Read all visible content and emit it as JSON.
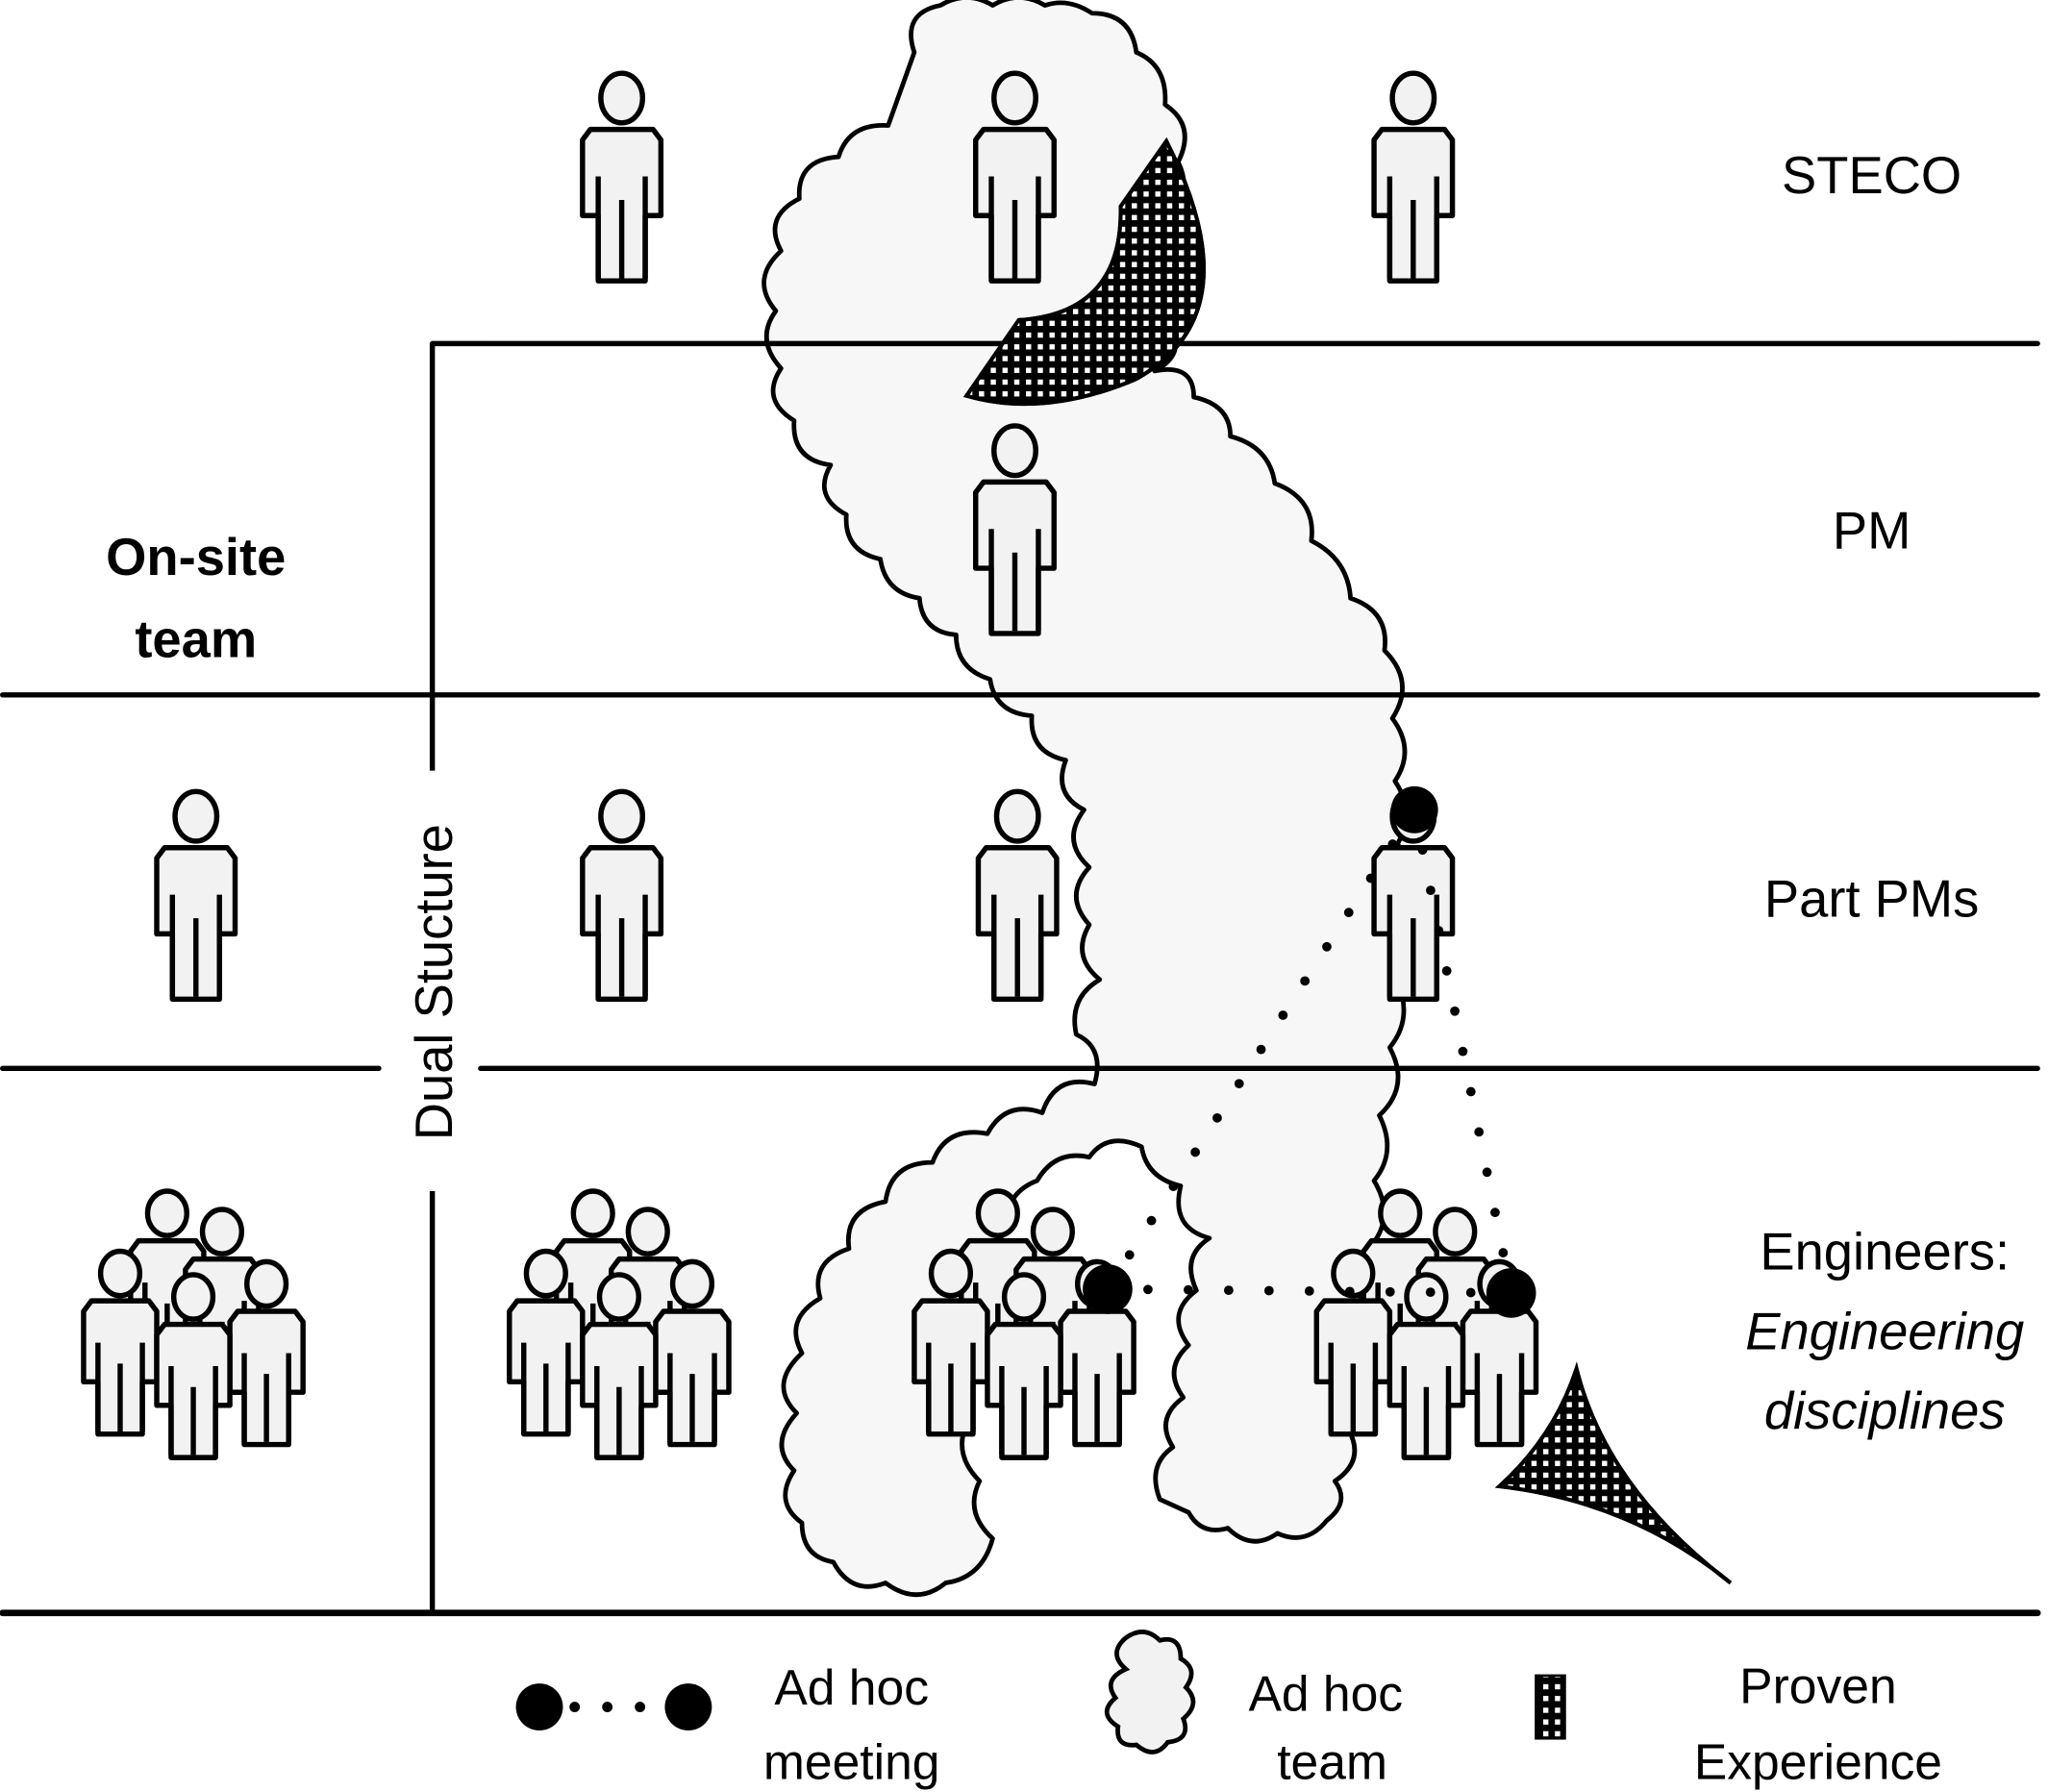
{
  "diagram": {
    "type": "organizational-structure",
    "side_label": {
      "line1": "On-site",
      "line2": "team"
    },
    "vertical_label": "Dual Stucture",
    "rows": [
      {
        "id": "steco",
        "label": "STECO",
        "members": 3,
        "kind": "person"
      },
      {
        "id": "pm",
        "label": "PM",
        "members": 1,
        "kind": "person"
      },
      {
        "id": "part-pms",
        "label": "Part PMs",
        "members": 4,
        "kind": "person"
      },
      {
        "id": "engineers",
        "label_line1": "Engineers:",
        "label_line2": "Engineering",
        "label_line3": "disciplines",
        "members": 4,
        "kind": "group"
      }
    ],
    "ad_hoc_team": {
      "spans": [
        "STECO (middle)",
        "PM",
        "Part PMs (4th)",
        "Engineers (3rd & 4th groups)"
      ]
    },
    "ad_hoc_meeting": {
      "connects": [
        "Part PM (4th)",
        "Engineer group 3",
        "Engineer group 4"
      ]
    },
    "proven_experience": {
      "locations": [
        "STECO member (middle)",
        "Engineer group 4"
      ]
    }
  },
  "legend": {
    "items": [
      {
        "icon": "ad-hoc-meeting-icon",
        "line1": "Ad hoc",
        "line2": "meeting"
      },
      {
        "icon": "ad-hoc-team-cloud-icon",
        "line1": "Ad hoc",
        "line2": "team"
      },
      {
        "icon": "proven-experience-hatch-icon",
        "line1": "Proven",
        "line2": "Experience"
      }
    ]
  },
  "colors": {
    "stroke": "#000000",
    "person_fill": "#f2f2f2",
    "cloud_fill": "#f7f7f7",
    "background": "#ffffff"
  }
}
